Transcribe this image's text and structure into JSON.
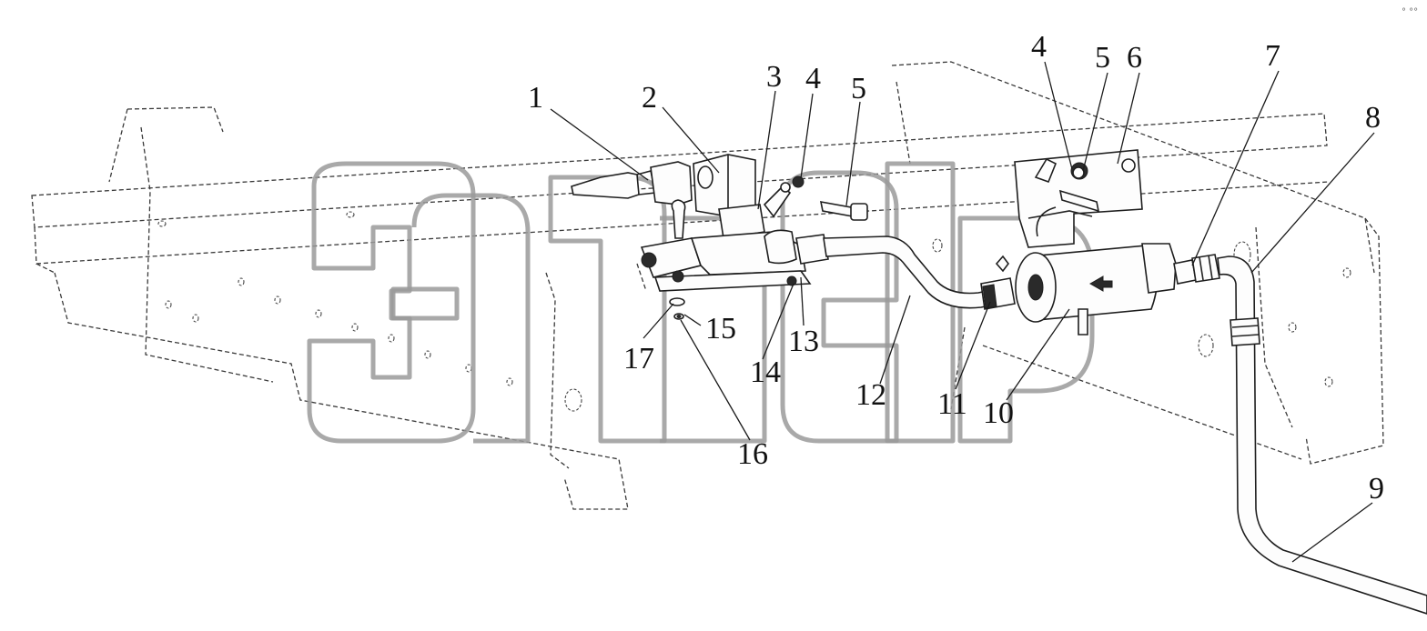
{
  "callouts": [
    {
      "id": "1",
      "label": "1"
    },
    {
      "id": "2",
      "label": "2"
    },
    {
      "id": "3",
      "label": "3"
    },
    {
      "id": "4a",
      "label": "4"
    },
    {
      "id": "5a",
      "label": "5"
    },
    {
      "id": "4b",
      "label": "4"
    },
    {
      "id": "5b",
      "label": "5"
    },
    {
      "id": "6",
      "label": "6"
    },
    {
      "id": "7",
      "label": "7"
    },
    {
      "id": "8",
      "label": "8"
    },
    {
      "id": "9",
      "label": "9"
    },
    {
      "id": "10",
      "label": "10"
    },
    {
      "id": "11",
      "label": "11"
    },
    {
      "id": "12",
      "label": "12"
    },
    {
      "id": "13",
      "label": "13"
    },
    {
      "id": "14",
      "label": "14"
    },
    {
      "id": "15",
      "label": "15"
    },
    {
      "id": "16",
      "label": "16"
    },
    {
      "id": "17",
      "label": "17"
    }
  ],
  "corner_mark": "° °°",
  "colors": {
    "line": "#222222",
    "watermark": "#9a9a9a",
    "background": "#ffffff"
  }
}
